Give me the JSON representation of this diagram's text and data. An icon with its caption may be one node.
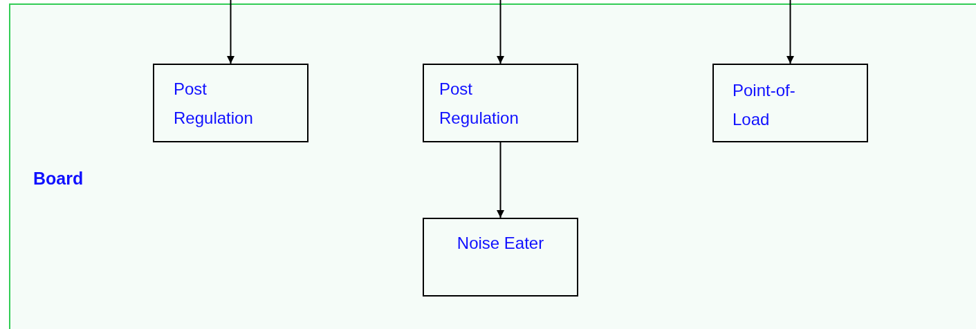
{
  "diagram": {
    "nodes": [
      {
        "text": [
          "Board"
        ]
      },
      {
        "text": [
          "Post Regulation"
        ],
        "in": 0
      },
      {
        "text": [
          "Post Regulation"
        ],
        "in": 0
      },
      {
        "text": [
          "Point-of-Load"
        ],
        "in": 0
      },
      {
        "text": [
          "Noise Eater"
        ],
        "in": 0
      }
    ],
    "edges": [
      {
        "from": null,
        "to": 1,
        "arrow": "to"
      },
      {
        "from": null,
        "to": 2,
        "arrow": "to"
      },
      {
        "from": null,
        "to": 3,
        "arrow": "to"
      },
      {
        "from": 2,
        "to": 4,
        "arrow": "to"
      }
    ]
  }
}
